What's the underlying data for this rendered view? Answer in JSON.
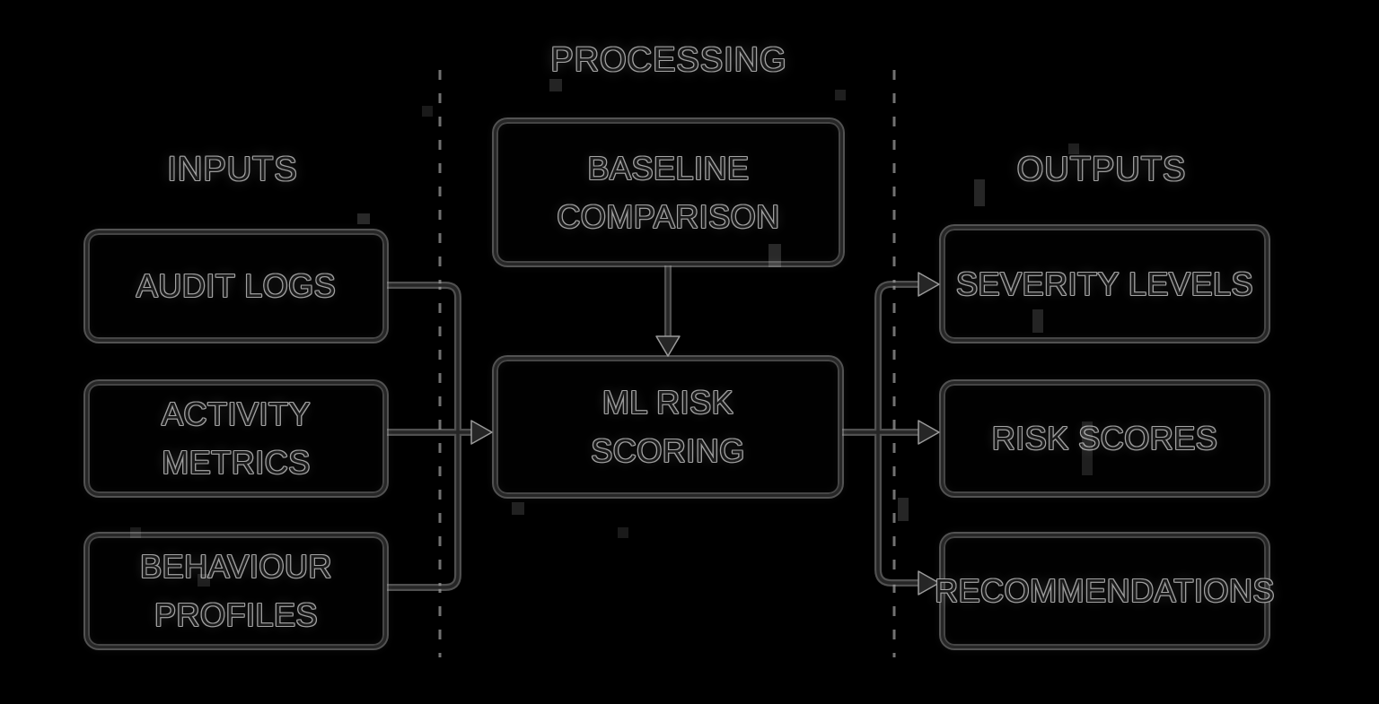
{
  "diagram": {
    "background": "#000000",
    "stroke_color": "#272727",
    "halo_color": "#a0a0a0",
    "text_color": "#1b1b1b",
    "sections": {
      "inputs": {
        "label": "INPUTS"
      },
      "processing": {
        "label": "PROCESSING"
      },
      "outputs": {
        "label": "OUTPUTS"
      }
    },
    "nodes": {
      "audit_logs": {
        "label": "AUDIT LOGS",
        "lines": [
          "AUDIT LOGS"
        ],
        "section": "inputs"
      },
      "activity_metrics": {
        "label": "ACTIVITY METRICS",
        "lines": [
          "ACTIVITY",
          "METRICS"
        ],
        "section": "inputs"
      },
      "behaviour_profiles": {
        "label": "BEHAVIOUR PROFILES",
        "lines": [
          "BEHAVIOUR",
          "PROFILES"
        ],
        "section": "inputs"
      },
      "baseline_comparison": {
        "label": "BASELINE COMPARISON",
        "lines": [
          "BASELINE",
          "COMPARISON"
        ],
        "section": "processing"
      },
      "ml_risk_scoring": {
        "label": "ML RISK SCORING",
        "lines": [
          "ML RISK",
          "SCORING"
        ],
        "section": "processing"
      },
      "severity_levels": {
        "label": "SEVERITY LEVELS",
        "lines": [
          "SEVERITY LEVELS"
        ],
        "section": "outputs"
      },
      "risk_scores": {
        "label": "RISK SCORES",
        "lines": [
          "RISK SCORES"
        ],
        "section": "outputs"
      },
      "recommendations": {
        "label": "RECOMMENDATIONS",
        "lines": [
          "RECOMMENDATIONS"
        ],
        "section": "outputs"
      }
    },
    "edges": [
      {
        "from": "audit_logs",
        "to": "ml_risk_scoring"
      },
      {
        "from": "activity_metrics",
        "to": "ml_risk_scoring"
      },
      {
        "from": "behaviour_profiles",
        "to": "ml_risk_scoring"
      },
      {
        "from": "baseline_comparison",
        "to": "ml_risk_scoring"
      },
      {
        "from": "ml_risk_scoring",
        "to": "severity_levels"
      },
      {
        "from": "ml_risk_scoring",
        "to": "risk_scores"
      },
      {
        "from": "ml_risk_scoring",
        "to": "recommendations"
      }
    ]
  }
}
